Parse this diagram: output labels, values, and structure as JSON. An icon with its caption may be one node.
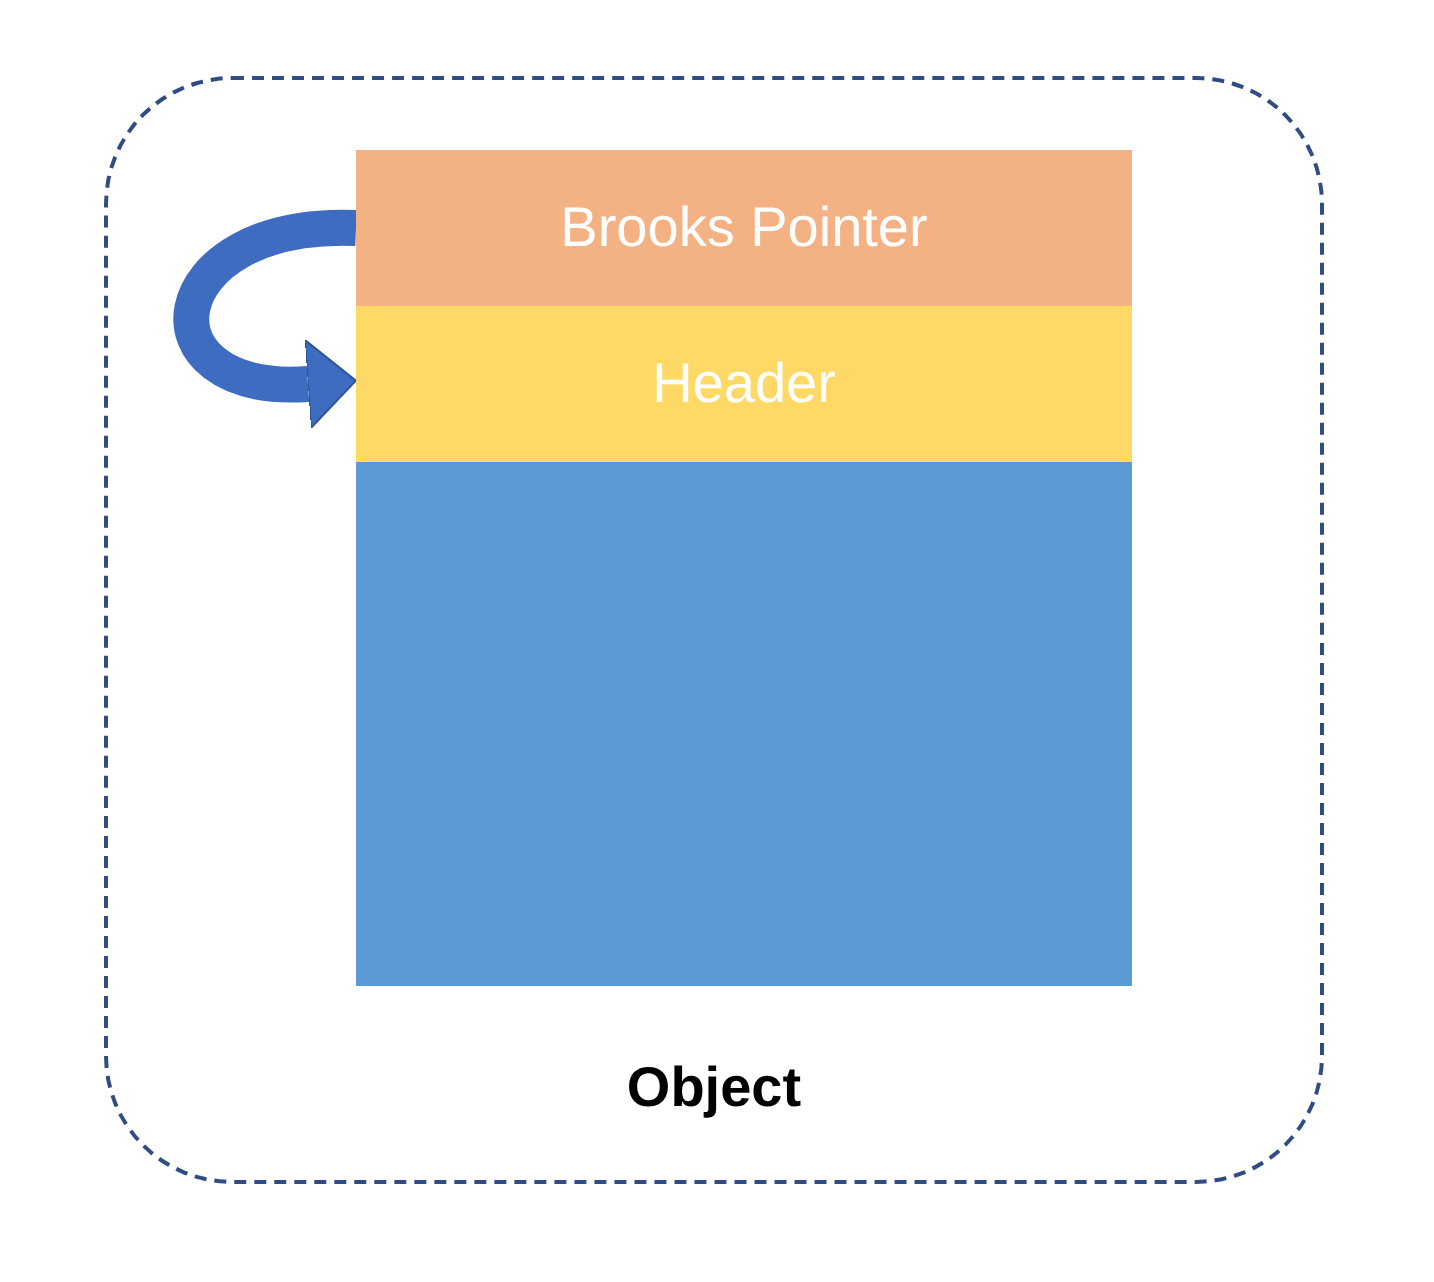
{
  "diagram": {
    "nodes": [
      {
        "text": [
          "Object"
        ]
      },
      {
        "text": [
          "Brooks Pointer"
        ],
        "in": 0
      },
      {
        "text": [
          "Header"
        ],
        "in": 0
      },
      {
        "text": [],
        "shape": "box",
        "in": 0
      }
    ],
    "edges": [
      {
        "from": 1,
        "to": 2,
        "arrow": "to"
      }
    ]
  }
}
